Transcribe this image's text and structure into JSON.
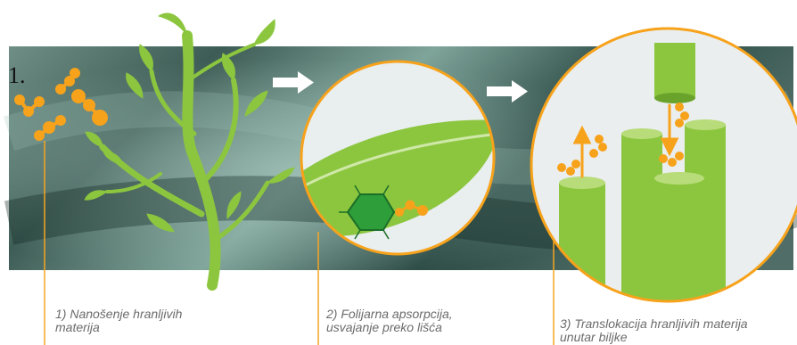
{
  "step_number": "1.",
  "captions": [
    {
      "line1": "1) Nanošenje hranljivih",
      "line2": "materija"
    },
    {
      "line1": "2) Folijarna apsorpcija,",
      "line2": "usvajanje preko lišća"
    },
    {
      "line1": "3) Translokacija hranljivih materija",
      "line2": "unutar biljke"
    }
  ],
  "colors": {
    "plant_green": "#8cc63f",
    "leaf_dark_green": "#2e9e3a",
    "nutrient_orange": "#f7a21b",
    "callout_line": "#f5a623",
    "background_dark": "#1f3a35"
  }
}
